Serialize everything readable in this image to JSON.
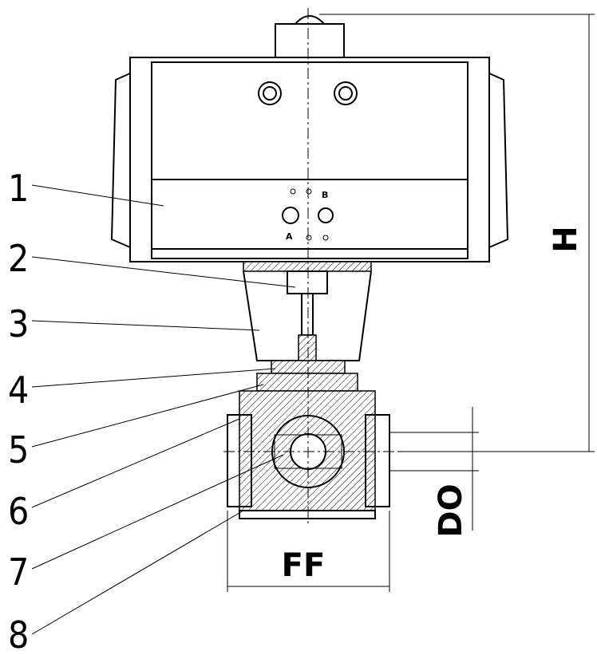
{
  "diagram": {
    "parts": [
      {
        "number": "1"
      },
      {
        "number": "2"
      },
      {
        "number": "3"
      },
      {
        "number": "4"
      },
      {
        "number": "5"
      },
      {
        "number": "6"
      },
      {
        "number": "7"
      },
      {
        "number": "8"
      }
    ],
    "dimensions": {
      "height": "H",
      "face_to_face": "FF",
      "diameter": "DO"
    },
    "ports": {
      "a": "A",
      "b": "B"
    }
  }
}
